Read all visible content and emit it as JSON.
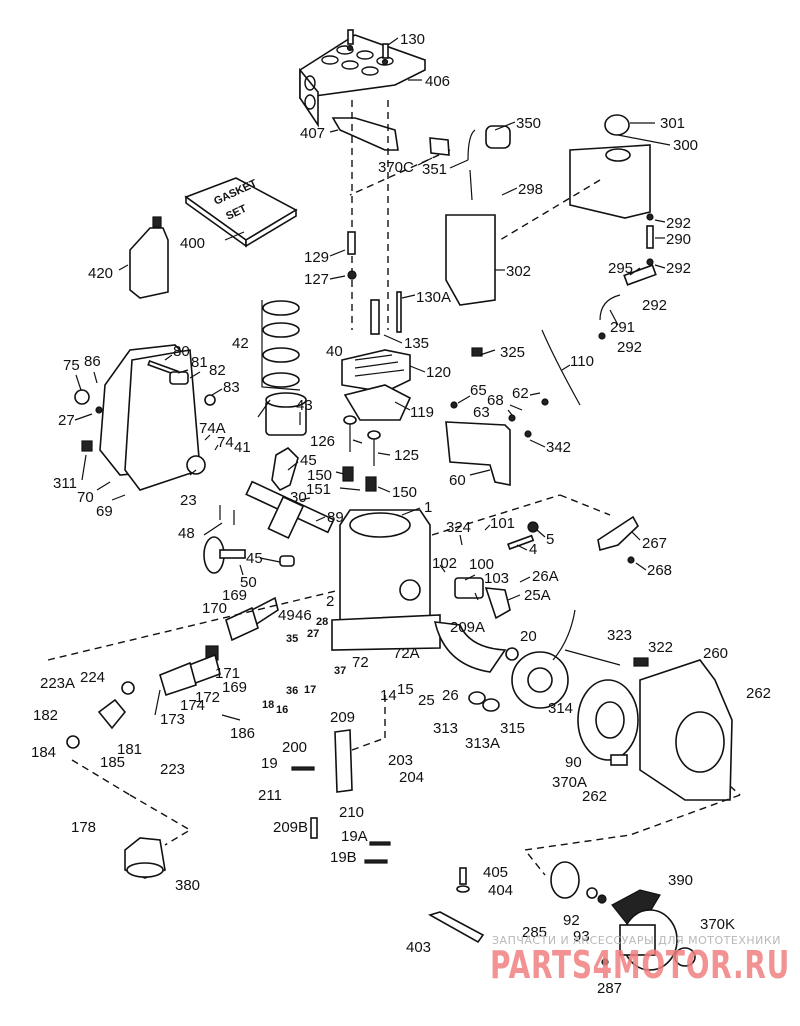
{
  "diagram": {
    "title": "Engine exploded parts diagram",
    "callouts": [
      {
        "id": "c130",
        "label": "130"
      },
      {
        "id": "c406",
        "label": "406"
      },
      {
        "id": "c407",
        "label": "407"
      },
      {
        "id": "c370C",
        "label": "370C"
      },
      {
        "id": "c351",
        "label": "351"
      },
      {
        "id": "c350",
        "label": "350"
      },
      {
        "id": "c301",
        "label": "301"
      },
      {
        "id": "c300",
        "label": "300"
      },
      {
        "id": "c298",
        "label": "298"
      },
      {
        "id": "c292a",
        "label": "292"
      },
      {
        "id": "c290",
        "label": "290"
      },
      {
        "id": "c292b",
        "label": "292"
      },
      {
        "id": "c295",
        "label": "295"
      },
      {
        "id": "c292c",
        "label": "292"
      },
      {
        "id": "c291",
        "label": "291"
      },
      {
        "id": "c292d",
        "label": "292"
      },
      {
        "id": "c302",
        "label": "302"
      },
      {
        "id": "c400",
        "label": "400"
      },
      {
        "id": "c420",
        "label": "420"
      },
      {
        "id": "c129",
        "label": "129"
      },
      {
        "id": "c127",
        "label": "127"
      },
      {
        "id": "c130A",
        "label": "130A"
      },
      {
        "id": "c42",
        "label": "42"
      },
      {
        "id": "c40",
        "label": "40"
      },
      {
        "id": "c135",
        "label": "135"
      },
      {
        "id": "c120",
        "label": "120"
      },
      {
        "id": "c119",
        "label": "119"
      },
      {
        "id": "c43",
        "label": "43"
      },
      {
        "id": "c41",
        "label": "41"
      },
      {
        "id": "c75",
        "label": "75"
      },
      {
        "id": "c86",
        "label": "86"
      },
      {
        "id": "c80",
        "label": "80"
      },
      {
        "id": "c81",
        "label": "81"
      },
      {
        "id": "c82",
        "label": "82"
      },
      {
        "id": "c83",
        "label": "83"
      },
      {
        "id": "c27a",
        "label": "27"
      },
      {
        "id": "c74A",
        "label": "74A"
      },
      {
        "id": "c74",
        "label": "74"
      },
      {
        "id": "c311",
        "label": "311"
      },
      {
        "id": "c70",
        "label": "70"
      },
      {
        "id": "c69",
        "label": "69"
      },
      {
        "id": "c23",
        "label": "23"
      },
      {
        "id": "c325",
        "label": "325"
      },
      {
        "id": "c110",
        "label": "110"
      },
      {
        "id": "c65",
        "label": "65"
      },
      {
        "id": "c62",
        "label": "62"
      },
      {
        "id": "c68",
        "label": "68"
      },
      {
        "id": "c63",
        "label": "63"
      },
      {
        "id": "c342",
        "label": "342"
      },
      {
        "id": "c60",
        "label": "60"
      },
      {
        "id": "c126",
        "label": "126"
      },
      {
        "id": "c125",
        "label": "125"
      },
      {
        "id": "c45a",
        "label": "45"
      },
      {
        "id": "c150a",
        "label": "150"
      },
      {
        "id": "c151",
        "label": "151"
      },
      {
        "id": "c150b",
        "label": "150"
      },
      {
        "id": "c30",
        "label": "30"
      },
      {
        "id": "c1",
        "label": "1"
      },
      {
        "id": "c89",
        "label": "89"
      },
      {
        "id": "c48",
        "label": "48"
      },
      {
        "id": "c45b",
        "label": "45"
      },
      {
        "id": "c50",
        "label": "50"
      },
      {
        "id": "c324",
        "label": "324"
      },
      {
        "id": "c101",
        "label": "101"
      },
      {
        "id": "c5",
        "label": "5"
      },
      {
        "id": "c4",
        "label": "4"
      },
      {
        "id": "c102",
        "label": "102"
      },
      {
        "id": "c100",
        "label": "100"
      },
      {
        "id": "c103",
        "label": "103"
      },
      {
        "id": "c26A",
        "label": "26A"
      },
      {
        "id": "c25A",
        "label": "25A"
      },
      {
        "id": "c267",
        "label": "267"
      },
      {
        "id": "c268",
        "label": "268"
      },
      {
        "id": "c169a",
        "label": "169"
      },
      {
        "id": "c170",
        "label": "170"
      },
      {
        "id": "c49",
        "label": "49"
      },
      {
        "id": "c46",
        "label": "46"
      },
      {
        "id": "c2",
        "label": "2"
      },
      {
        "id": "c28",
        "label": "28"
      },
      {
        "id": "c27b",
        "label": "27"
      },
      {
        "id": "c35",
        "label": "35"
      },
      {
        "id": "c209A",
        "label": "209A"
      },
      {
        "id": "c72A",
        "label": "72A"
      },
      {
        "id": "c72",
        "label": "72"
      },
      {
        "id": "c37",
        "label": "37"
      },
      {
        "id": "c36",
        "label": "36"
      },
      {
        "id": "c17",
        "label": "17"
      },
      {
        "id": "c18",
        "label": "18"
      },
      {
        "id": "c16",
        "label": "16"
      },
      {
        "id": "c14",
        "label": "14"
      },
      {
        "id": "c15",
        "label": "15"
      },
      {
        "id": "c25",
        "label": "25"
      },
      {
        "id": "c20",
        "label": "20"
      },
      {
        "id": "c26",
        "label": "26"
      },
      {
        "id": "c313",
        "label": "313"
      },
      {
        "id": "c313A",
        "label": "313A"
      },
      {
        "id": "c315",
        "label": "315"
      },
      {
        "id": "c314",
        "label": "314"
      },
      {
        "id": "c323",
        "label": "323"
      },
      {
        "id": "c322",
        "label": "322"
      },
      {
        "id": "c260",
        "label": "260"
      },
      {
        "id": "c262a",
        "label": "262"
      },
      {
        "id": "c90",
        "label": "90"
      },
      {
        "id": "c370A",
        "label": "370A"
      },
      {
        "id": "c262b",
        "label": "262"
      },
      {
        "id": "c171",
        "label": "171"
      },
      {
        "id": "c169b",
        "label": "169"
      },
      {
        "id": "c172",
        "label": "172"
      },
      {
        "id": "c174",
        "label": "174"
      },
      {
        "id": "c173",
        "label": "173"
      },
      {
        "id": "c224",
        "label": "224"
      },
      {
        "id": "c223A",
        "label": "223A"
      },
      {
        "id": "c182",
        "label": "182"
      },
      {
        "id": "c181",
        "label": "181"
      },
      {
        "id": "c185",
        "label": "185"
      },
      {
        "id": "c184",
        "label": "184"
      },
      {
        "id": "c223",
        "label": "223"
      },
      {
        "id": "c186",
        "label": "186"
      },
      {
        "id": "c209",
        "label": "209"
      },
      {
        "id": "c200",
        "label": "200"
      },
      {
        "id": "c203",
        "label": "203"
      },
      {
        "id": "c19",
        "label": "19"
      },
      {
        "id": "c204",
        "label": "204"
      },
      {
        "id": "c211",
        "label": "211"
      },
      {
        "id": "c210",
        "label": "210"
      },
      {
        "id": "c209B",
        "label": "209B"
      },
      {
        "id": "c19A",
        "label": "19A"
      },
      {
        "id": "c19B",
        "label": "19B"
      },
      {
        "id": "c178",
        "label": "178"
      },
      {
        "id": "c380",
        "label": "380"
      },
      {
        "id": "c405",
        "label": "405"
      },
      {
        "id": "c404",
        "label": "404"
      },
      {
        "id": "c390",
        "label": "390"
      },
      {
        "id": "c370K",
        "label": "370K"
      },
      {
        "id": "c285",
        "label": "285"
      },
      {
        "id": "c92",
        "label": "92"
      },
      {
        "id": "c93",
        "label": "93"
      },
      {
        "id": "c403",
        "label": "403"
      },
      {
        "id": "c287",
        "label": "287"
      }
    ],
    "gasket_box_text": [
      "GASKET",
      "SET"
    ]
  },
  "watermark": {
    "tagline": "ЗАПЧАСТИ И АКСЕССУАРЫ ДЛЯ МОТОТЕХНИКИ",
    "logo": "PARTS4MOTOR.RU",
    "logo_color": "#f08080",
    "tagline_color": "#b8b8b8"
  }
}
